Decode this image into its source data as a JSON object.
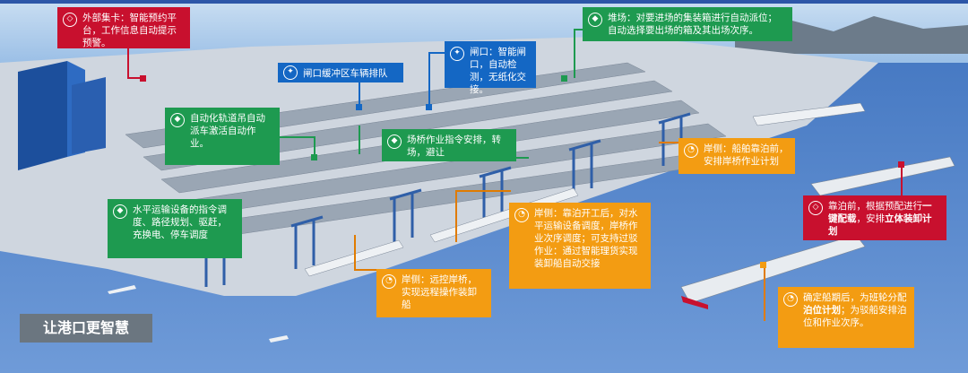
{
  "title": "让港口更智慧",
  "callouts": {
    "gate_card": {
      "text": "外部集卡：智能预约平台，工作信息自动提示预警。",
      "icon": "shield-icon"
    },
    "yard": {
      "text": "堆场：对要进场的集装箱进行自动派位；自动选择要出场的箱及其出场次序。",
      "icon": "layers-icon"
    },
    "buffer_queue": {
      "text": "闸口缓冲区车辆排队",
      "icon": "lightbulb-icon"
    },
    "gate": {
      "text": "闸口：智能闸口，自动检测，无纸化交接。",
      "icon": "lightbulb-icon"
    },
    "rail_crane": {
      "text": "自动化轨道吊自动派车激活自动作业。",
      "icon": "layers-icon"
    },
    "bridge_cmd": {
      "text": "场桥作业指令安排，转场，避让",
      "icon": "layers-icon"
    },
    "shore_before": {
      "text": "岸侧：船舶靠泊前，安排岸桥作业计划",
      "icon": "gauge-icon"
    },
    "berth_pre": {
      "text_prefix": "靠泊前，根据预配进行",
      "text_bold": "一键配载",
      "text_mid": "，安排",
      "text_bold2": "立体装卸计划",
      "icon": "shield-icon"
    },
    "horizontal": {
      "text": "水平运输设备的指令调度、路径规划、驱赶，充换电、停车调度",
      "icon": "layers-icon"
    },
    "shore_after": {
      "text": "岸侧：靠泊开工后，对水平运输设备调度，岸桥作业次序调度；可支持过驳作业：通过智能理货实现装卸船自动交接",
      "icon": "gauge-icon"
    },
    "shore_remote": {
      "text": "岸侧：远控岸桥，实现远程操作装卸船",
      "icon": "gauge-icon"
    },
    "ship_period": {
      "text_prefix": "确定船期后，为班轮分配",
      "text_bold": "泊位计划",
      "text_suffix": "；为驳船安排泊位和作业次序。",
      "icon": "gauge-icon"
    }
  },
  "colors": {
    "red": "#c8102e",
    "green": "#1e9a50",
    "blue": "#1467c4",
    "orange": "#f39c12",
    "badge": "#6b7680"
  }
}
